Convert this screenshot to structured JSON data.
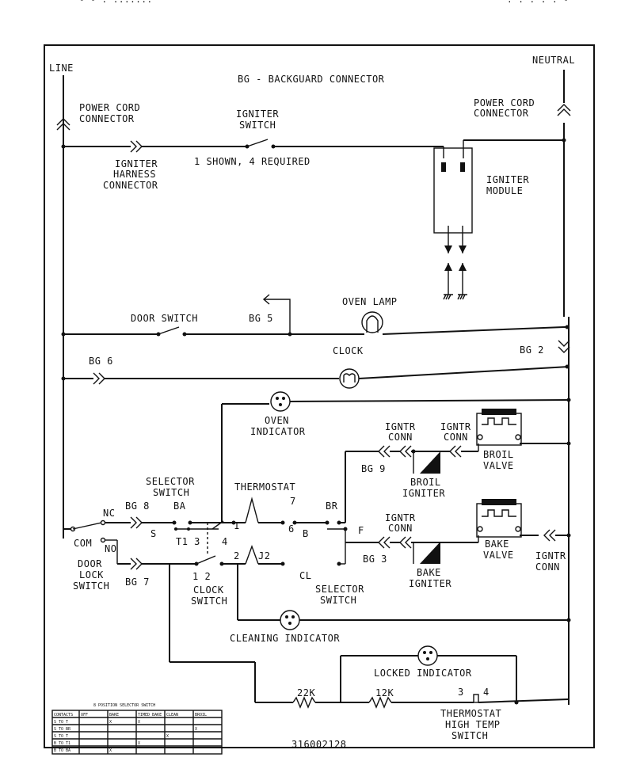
{
  "header": {
    "left_fragment": "- -  . .......",
    "right_fragment": ". . . . .  -"
  },
  "legend": "BG - BACKGUARD CONNECTOR",
  "labels": {
    "line": "LINE",
    "neutral": "NEUTRAL",
    "power_cord_left": [
      "POWER CORD",
      "CONNECTOR"
    ],
    "power_cord_right": [
      "POWER CORD",
      "CONNECTOR"
    ],
    "igniter_switch": [
      "IGNITER",
      "SWITCH"
    ],
    "igniter_harness": [
      "IGNITER",
      "HARNESS",
      "CONNECTOR"
    ],
    "shown_required": "1 SHOWN, 4 REQUIRED",
    "igniter_module": [
      "IGNITER",
      "MODULE"
    ],
    "door_switch": "DOOR SWITCH",
    "bg5": "BG 5",
    "oven_lamp": "OVEN LAMP",
    "clock": "CLOCK",
    "bg6": "BG 6",
    "bg2": "BG 2",
    "oven_indicator": [
      "OVEN",
      "INDICATOR"
    ],
    "ignitr_conn_1": [
      "IGNTR",
      "CONN"
    ],
    "ignitr_conn_2": [
      "IGNTR",
      "CONN"
    ],
    "ignitr_conn_3": [
      "IGNTR",
      "CONN"
    ],
    "ignitr_conn_4": [
      "IGNTR",
      "CONN"
    ],
    "broil_valve": [
      "BROIL",
      "VALVE"
    ],
    "bake_valve": [
      "BAKE",
      "VALVE"
    ],
    "bg9": "BG 9",
    "broil_igniter": [
      "BROIL",
      "IGNITER"
    ],
    "selector_switch_top": [
      "SELECTOR",
      "SWITCH"
    ],
    "thermostat": "THERMOSTAT",
    "nc": "NC",
    "bg8": "BG 8",
    "ba": "BA",
    "br": "BR",
    "t1": "1",
    "t7": "7",
    "t6": "6",
    "b": "B",
    "s": "S",
    "t13": "T1 3",
    "t4": "4",
    "f": "F",
    "com": "COM",
    "no": "NO",
    "door_lock_switch": [
      "DOOR",
      "LOCK",
      "SWITCH"
    ],
    "bg7": "BG 7",
    "t2": "2",
    "j2": "J2",
    "cl": "CL",
    "bg3": "BG 3",
    "bake_igniter": [
      "BAKE",
      "IGNITER"
    ],
    "clock_switch_nums": "1   2",
    "clock_switch": [
      "CLOCK",
      "SWITCH"
    ],
    "selector_switch_bottom": [
      "SELECTOR",
      "SWITCH"
    ],
    "cleaning_indicator": "CLEANING INDICATOR",
    "locked_indicator": "LOCKED INDICATOR",
    "r22k": "22K",
    "r12k": "12K",
    "t3": "3",
    "t4b": "4",
    "thermostat_high": [
      "THERMOSTAT",
      "HIGH TEMP",
      "SWITCH"
    ],
    "part_number": "316002128"
  },
  "table": {
    "title": "8 POSITION SELECTOR SWITCH",
    "headers": [
      "CONTACTS",
      "OFF",
      "BAKE",
      "TIMED BAKE",
      "CLEAN",
      "BROIL"
    ],
    "rows": [
      [
        "S TO T",
        "",
        "X",
        "X",
        "",
        ""
      ],
      [
        "S TO BR",
        "",
        "",
        "",
        "",
        "X"
      ],
      [
        "S TO T",
        "",
        "",
        "",
        "X",
        ""
      ],
      [
        "B TO T1",
        "",
        "",
        "X",
        "",
        ""
      ],
      [
        "B TO BA",
        "",
        "X",
        "",
        "",
        ""
      ]
    ]
  }
}
